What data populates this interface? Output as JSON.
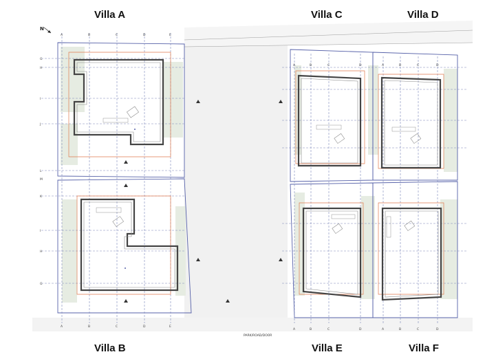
{
  "villas": {
    "a": "Villa A",
    "b": "Villa B",
    "c": "Villa C",
    "d": "Villa D",
    "e": "Villa E",
    "f": "Villa F"
  },
  "north_arrow": "N",
  "footer_text": "PARK/ROAD/DOOR",
  "grid_letters_top_left": [
    "A",
    "B",
    "C",
    "D",
    "E"
  ],
  "grid_letters_top_right": [
    "A",
    "B",
    "C",
    "D",
    "A",
    "B",
    "C",
    "D"
  ],
  "grid_letters_side": [
    "G",
    "H",
    "I",
    "J",
    "K",
    "L",
    "M"
  ],
  "colors": {
    "plot_boundary": "#5560a8",
    "setback": "#e07a4e",
    "walls": "#444444",
    "landscape": "#e6ece2"
  }
}
